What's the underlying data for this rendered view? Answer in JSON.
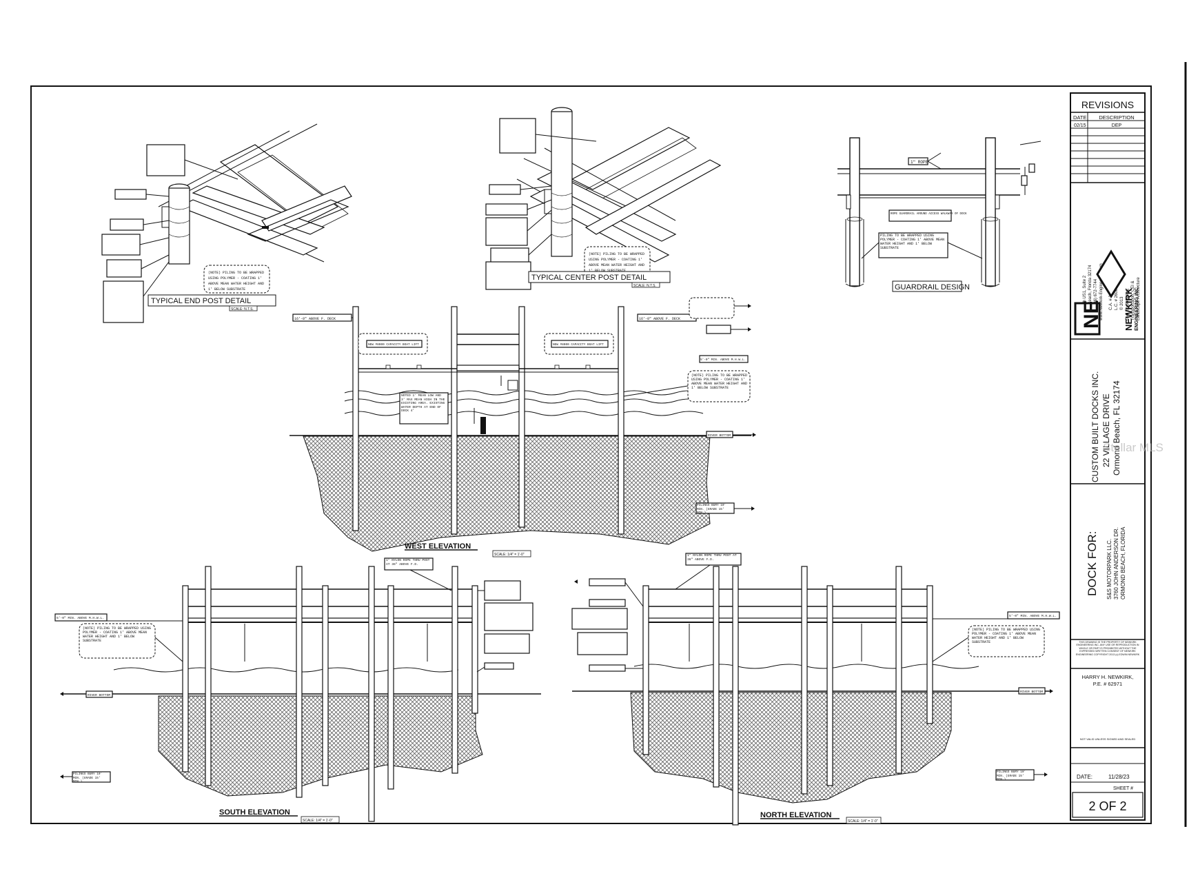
{
  "details": {
    "end_post": {
      "title": "TYPICAL END POST   DETAIL",
      "scale": "SCALE: N.T.S."
    },
    "center_post": {
      "title": "TYPICAL CENTER POST   DETAIL",
      "scale": "SCALE: N.T.S."
    },
    "guardrail": {
      "title": "GUARDRAIL DESIGN",
      "rope_label": "1\" ROPE",
      "note_1": "ROPE GUARDRAIL AROUND ACCESS WALKWAY OF DOCK",
      "note_2": "PILING TO BE WRAPPED USING POLYMER - COATING 1' ABOVE MEAN WATER HEIGHT AND 1' BELOW SUBSTRATE"
    }
  },
  "elevations": {
    "west": {
      "title": "WEST ELEVATION",
      "scale": "SCALE: 1/4\" = 1'-0\"",
      "top_left_label": "16'-0\" ABOVE F. DECK",
      "top_right_label": "16'-0\" ABOVE F. DECK",
      "boat_lift_left": "NEW #8000 CAPACITY BOAT LIFT",
      "boat_lift_right": "NEW #8000 CAPACITY BOAT LIFT",
      "mhw_label": "5'-0\" MIN. ABOVE M.H.W.L.",
      "note_wrap": "(NOTE) PILING TO BE WRAPPED USING POLYMER - COATING 1' ABOVE MEAN WATER HEIGHT AND 1' BELOW SUBSTRATE",
      "note_mlw": "NOTED 1' MEAN LOW AND 3' MAX MEAN HIGH IN THE EXISTING AREA. EXISTING WATER DEPTH AT END OF DOCK 4'",
      "river_bottom": "RIVER BOTTOM",
      "piling": "PILINGS BURY 10' MIN. (GRADE 15' MIN.)"
    },
    "south": {
      "title": "SOUTH ELEVATION",
      "scale": "SCALE: 1/4\" = 1'-0\"",
      "rope_post": "1\" NYLON ROPE THRU POST AT 36\" ABOVE F.D.",
      "mhw_label": "5'-0\" MIN. ABOVE M.H.W.L.",
      "note_wrap": "(NOTE) PILING TO BE WRAPPED USING POLYMER - COATING 1' ABOVE MEAN WATER HEIGHT AND 1' BELOW SUBSTRATE",
      "river_bottom": "RIVER BOTTOM",
      "piling": "PILINGS BURY 10' MIN. (GRADE 15' MIN.)"
    },
    "north": {
      "title": "NORTH ELEVATION",
      "scale": "SCALE: 1/4\" = 1'-0\"",
      "rope_post": "1\" NYLON ROPE THRU POST AT 36\" ABOVE F.D.",
      "mhw_label": "5'-0\" MIN. ABOVE M.H.W.L.",
      "note_wrap": "(NOTE) PILING TO BE WRAPPED USING POLYMER - COATING 1' ABOVE MEAN WATER HEIGHT AND 1' BELOW SUBSTRATE",
      "river_bottom": "RIVER BOTTOM",
      "piling": "PILINGS BURY 10' MIN. (GRADE 15' MIN.)"
    }
  },
  "title_block": {
    "revisions": {
      "heading": "REVISIONS",
      "col_date": "DATE",
      "col_description": "DESCRIPTION",
      "rows": [
        {
          "date": "02/15",
          "description": "DEP"
        }
      ]
    },
    "firm_address": [
      "1230 North US1, Suite 2",
      "Ormond Beach, Florida 32174",
      "Phone (386) 672-7744",
      "www.Newkirk-Engineering.com",
      "C.A. # 30329",
      "L.C. # 26000984",
      "© 2013",
      "Civil Engineering,",
      "Transportation, CEI &",
      "Landscape Architecture"
    ],
    "firm_name_1": "NEWKIRK",
    "firm_name_2": "ENGINEERING INC.",
    "logo_letters": "NE",
    "client_name": "CUSTOM BUILT DOCKS INC.",
    "client_address_1": "22 VILLAGE DRIVE",
    "client_address_2": "Ormond Beach, FL 32174",
    "dock_for": "DOCK  FOR:",
    "owner_name": "S&S MOTORPARK LLC.",
    "owner_address_1": "3760 JOHN ANDERSON DR.",
    "owner_address_2": "ORMOND BEACH, FLORIDA",
    "copyright_note": "THIS DRAWING IS THE PROPERTY OF NEWKIRK ENGINEERING INC. ANY USE OR REPRODUCTION IN WHOLE OR PART IS PROHIBITED WITHOUT THE EXPRESSED WRITTEN CONSENT OF NEWKIRK ENGINEERING COPYRIGHT 2013 (c) EDWIN NEWKIRK",
    "engineer_name": "HARRY H. NEWKIRK,",
    "engineer_pe": "P.E. # 62971",
    "not_valid": "NOT VALID UNLESS SIGNED AND SEALED",
    "date_label": "DATE:",
    "date_value": "11/28/23",
    "sheet_label": "SHEET #",
    "sheet_value": "2 OF 2"
  },
  "watermark": "Stellar MLS"
}
